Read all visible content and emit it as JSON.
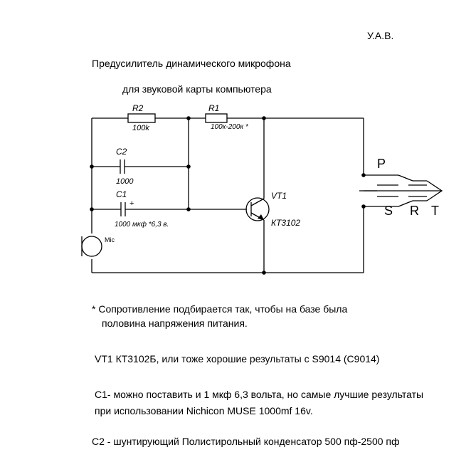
{
  "author": "У.А.В.",
  "title_line1": "Предусилитель динамического микрофона",
  "title_line2": "для звуковой карты компьютера",
  "components": {
    "r2": {
      "name": "R2",
      "value": "100k"
    },
    "r1": {
      "name": "R1",
      "value": "100к-200к *"
    },
    "c2": {
      "name": "C2",
      "value": "1000"
    },
    "c1": {
      "name": "C1",
      "value": "1000 мкф *6,3 в.",
      "polarity": "+"
    },
    "vt1": {
      "name": "VT1",
      "value": "КТ3102"
    },
    "mic": {
      "name": "Mic"
    }
  },
  "plug": {
    "p": "P",
    "s": "S",
    "r": "R",
    "t": "T"
  },
  "notes": [
    "* Сопротивление подбирается так, чтобы на базе была",
    "половина напряжения питания.",
    "VT1  КТ3102Б, или тоже хорошие результаты с S9014 (C9014)",
    "С1- можно поставить и 1 мкф 6,3 вольта, но самые лучшие результаты",
    "при использовании Nichicon MUSE 1000mf 16v.",
    "С2 - шунтирующий Полистирольный конденсатор 500 пф-2500 пф"
  ]
}
